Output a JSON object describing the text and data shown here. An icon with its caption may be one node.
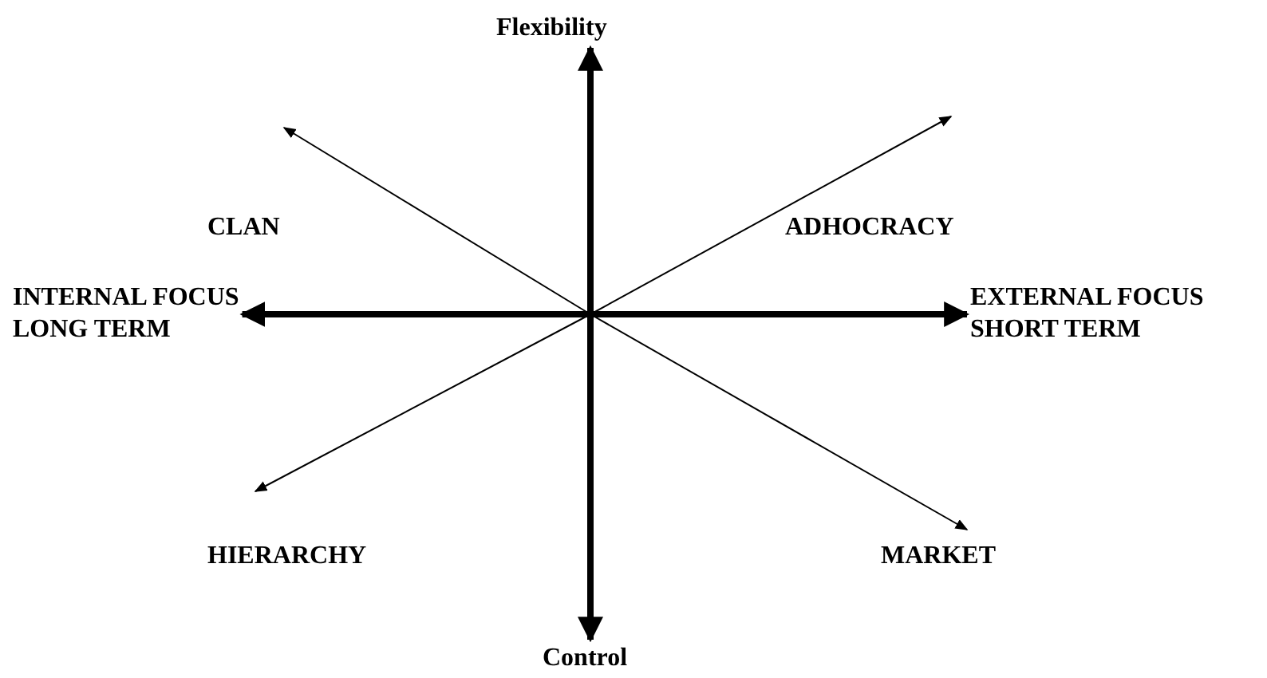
{
  "diagram": {
    "nodes": [
      {
        "text": [
          "Flexibility"
        ]
      },
      {
        "text": [
          "Control"
        ]
      },
      {
        "text": [
          "INTERNAL FOCUS",
          "LONG TERM"
        ]
      },
      {
        "text": [
          "EXTERNAL FOCUS",
          "SHORT TERM"
        ]
      }
    ],
    "edges": [
      {
        "from": 1,
        "to": 0,
        "arrow": "both"
      },
      {
        "from": 2,
        "to": 3,
        "arrow": "both"
      }
    ],
    "labels": [
      "CLAN",
      "ADHOCRACY",
      "HIERARCHY",
      "MARKET"
    ]
  }
}
